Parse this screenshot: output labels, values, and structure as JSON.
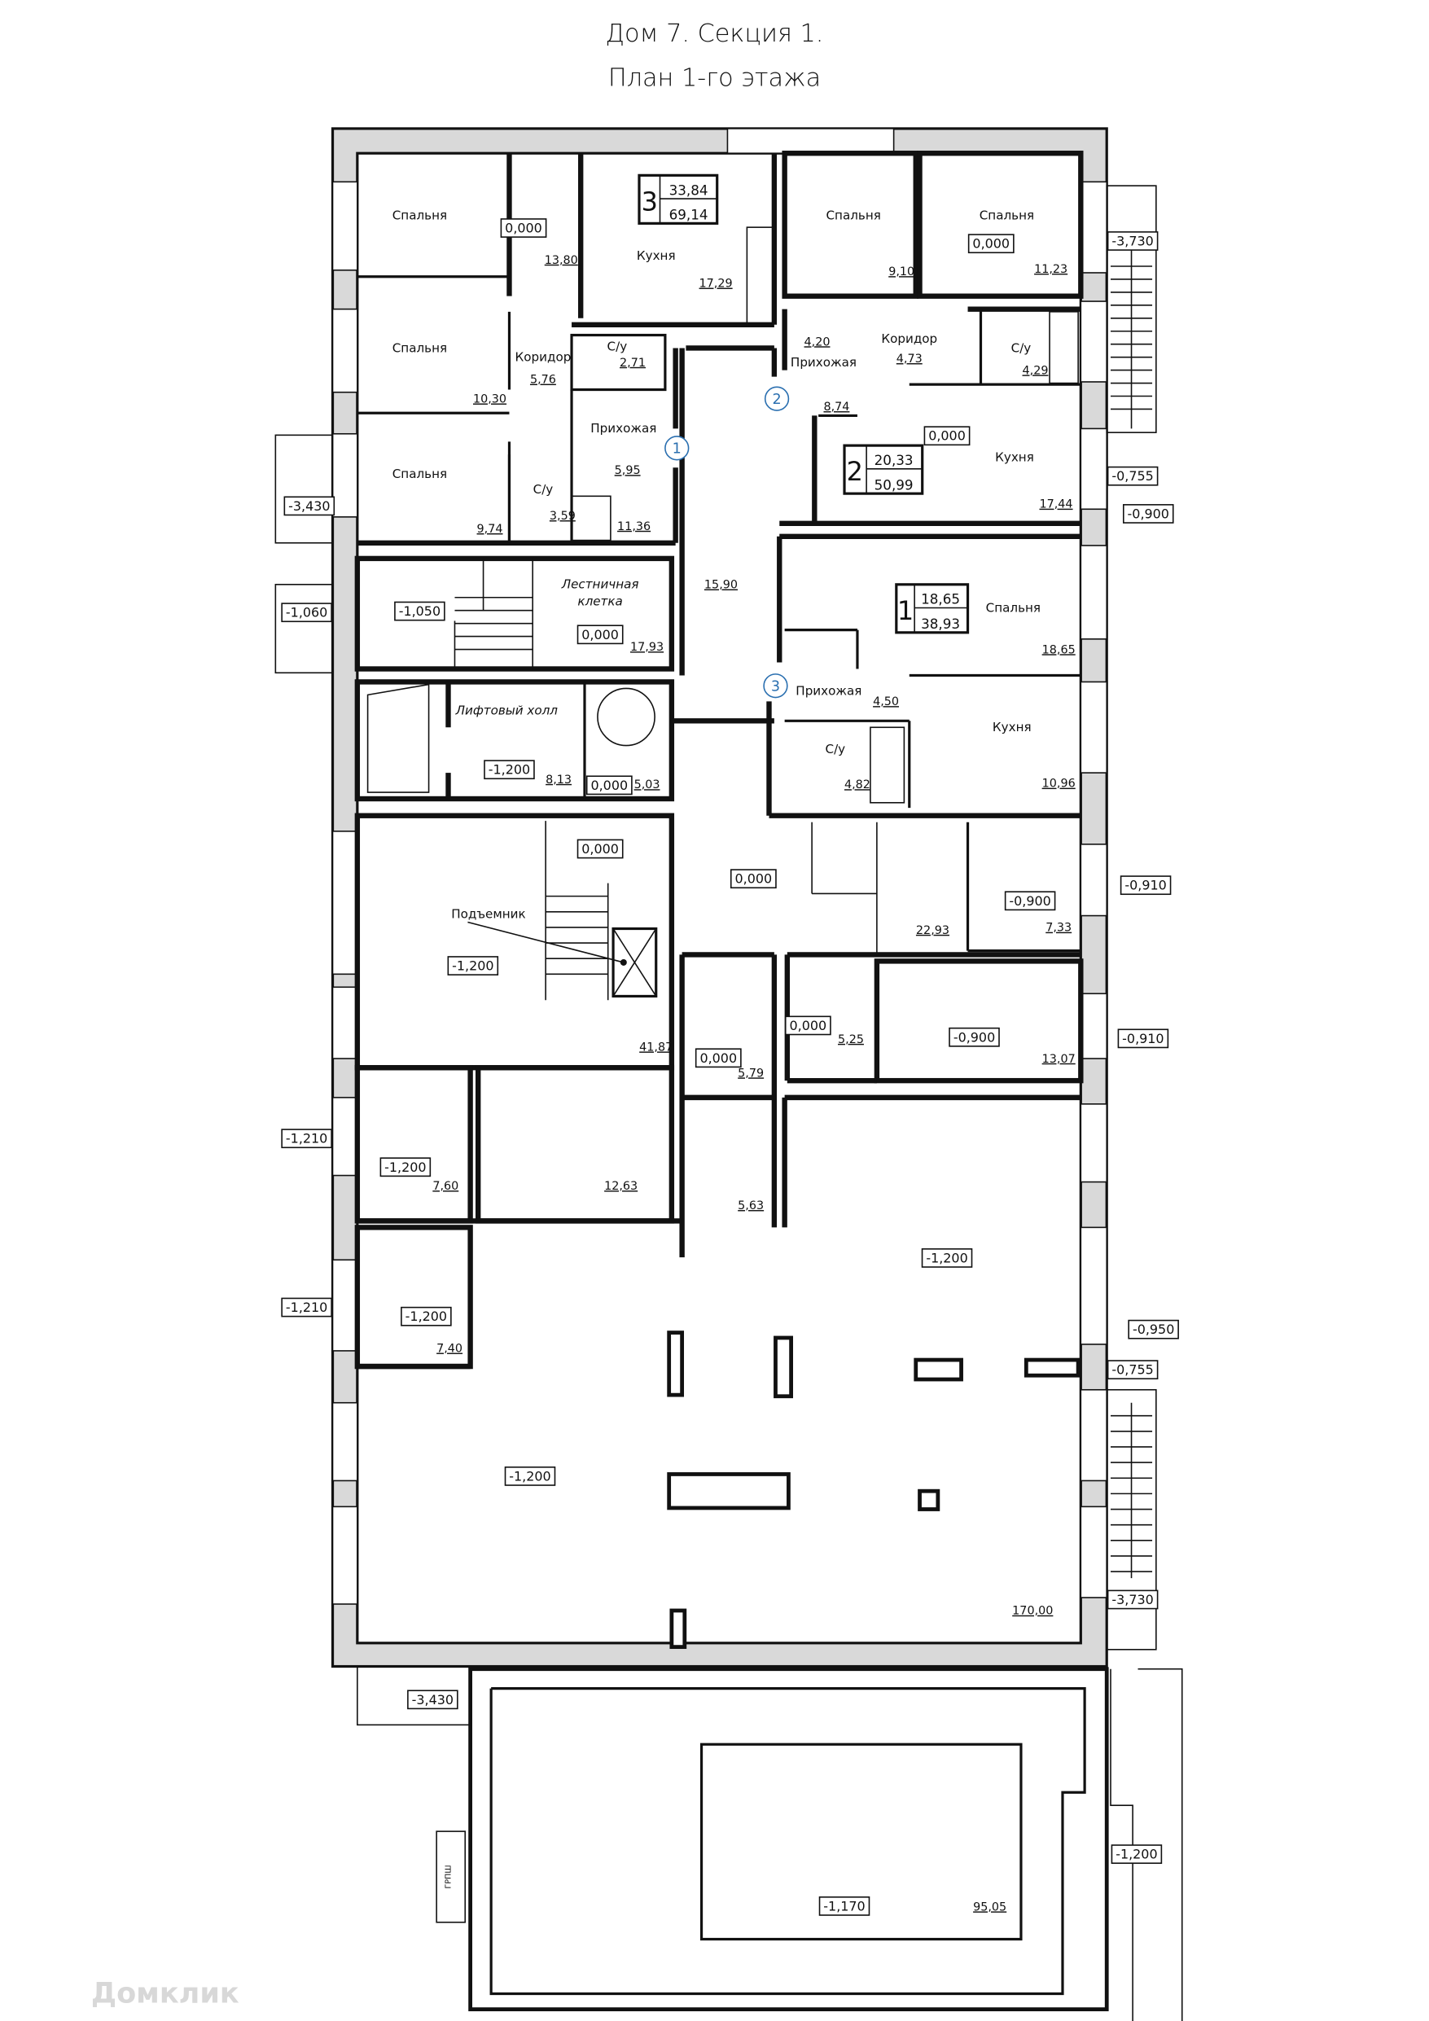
{
  "title": {
    "line1": "Дом 7. Секция 1.",
    "line2": "План 1-го этажа"
  },
  "apartments": [
    {
      "number": "3",
      "living_area": "33,84",
      "total_area": "69,14"
    },
    {
      "number": "2",
      "living_area": "20,33",
      "total_area": "50,99"
    },
    {
      "number": "1",
      "living_area": "18,65",
      "total_area": "38,93"
    }
  ],
  "entrance_markers": [
    "1",
    "2",
    "3"
  ],
  "room_names": [
    "Спальня",
    "Кухня",
    "Спальня",
    "Коридор",
    "С/у",
    "Прихожая",
    "Спальня",
    "С/у",
    "Лестничная",
    "клетка",
    "Лифтовый холл",
    "Спальня",
    "Спальня",
    "Прихожая",
    "Коридор",
    "С/у",
    "Кухня",
    "Спальня",
    "Прихожая",
    "С/у",
    "Кухня"
  ],
  "lift_label": "Подъемник",
  "areas": [
    "13,80",
    "17,29",
    "10,30",
    "5,76",
    "2,71",
    "5,95",
    "11,36",
    "9,74",
    "3,59",
    "17,93",
    "15,90",
    "8,13",
    "5,03",
    "9,10",
    "11,23",
    "4,20",
    "4,73",
    "4,29",
    "8,74",
    "17,44",
    "18,65",
    "4,50",
    "4,82",
    "10,96",
    "22,93",
    "7,33",
    "41,87",
    "5,79",
    "5,25",
    "13,07",
    "7,60",
    "12,63",
    "5,63",
    "7,40",
    "170,00",
    "95,05"
  ],
  "levels": [
    "0,000",
    "-1,050",
    "0,000",
    "-1,200",
    "0,000",
    "0,000",
    "0,000",
    "0,000",
    "-0,900",
    "0,000",
    "-1,200",
    "0,000",
    "0,000",
    "-0,900",
    "-1,200",
    "-1,200",
    "-1,200",
    "-1,200",
    "-1,170"
  ],
  "exterior_levels": [
    "-3,730",
    "-0,755",
    "-0,900",
    "-3,430",
    "-1,060",
    "-0,910",
    "-0,910",
    "-1,210",
    "-1,210",
    "-0,950",
    "-0,755",
    "-3,730",
    "-3,430",
    "-1,200"
  ],
  "equipment_label": "ГРПШ",
  "watermark": "Домклик"
}
